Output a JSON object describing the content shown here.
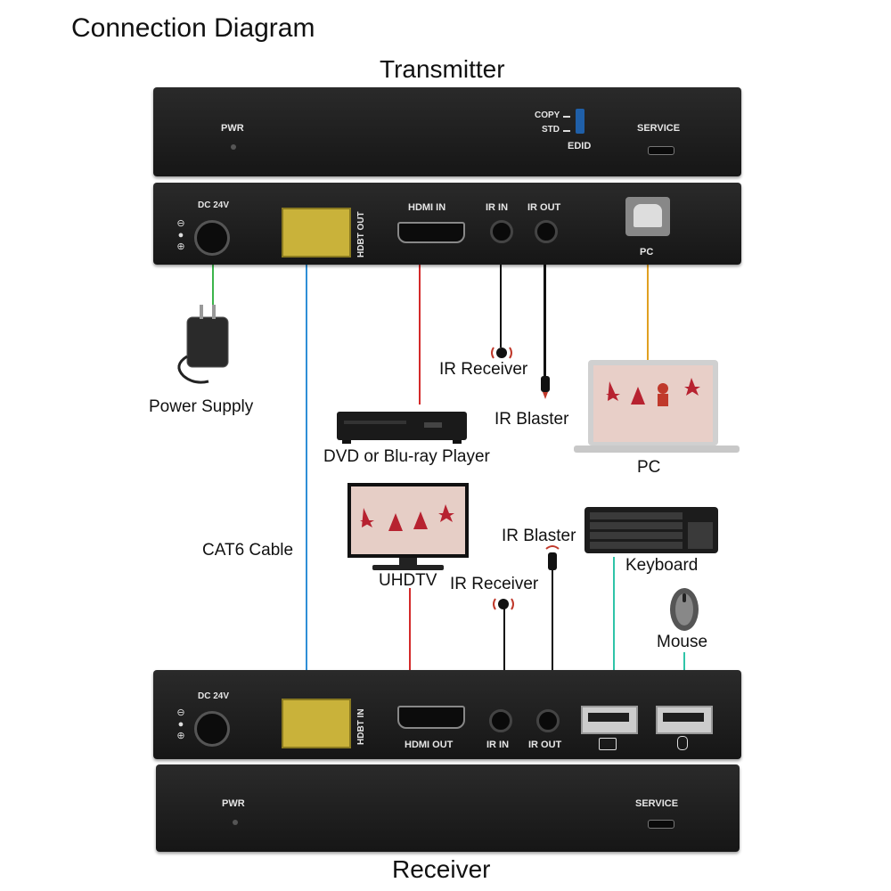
{
  "heading": "Connection Diagram",
  "transmitter_title": "Transmitter",
  "receiver_title": "Receiver",
  "transmitter": {
    "top": {
      "pwr": "PWR",
      "copy": "COPY",
      "std": "STD",
      "edid": "EDID",
      "service": "SERVICE"
    },
    "rear": {
      "dc": "DC 24V",
      "hdbt": "HDBT OUT",
      "hdmi": "HDMI IN",
      "ir_in": "IR IN",
      "ir_out": "IR OUT",
      "pc": "PC"
    }
  },
  "receiver": {
    "front": {
      "dc": "DC 24V",
      "hdbt": "HDBT IN",
      "hdmi": "HDMI OUT",
      "ir_in": "IR IN",
      "ir_out": "IR OUT"
    },
    "bottom": {
      "pwr": "PWR",
      "service": "SERVICE"
    }
  },
  "devices": {
    "power_supply": "Power Supply",
    "ir_receiver_top": "IR Receiver",
    "ir_blaster_top": "IR Blaster",
    "dvd": "DVD or Blu-ray Player",
    "pc": "PC",
    "cable": "CAT6 Cable",
    "uhdtv": "UHDTV",
    "ir_blaster_bottom": "IR Blaster",
    "ir_receiver_bottom": "IR Receiver",
    "keyboard": "Keyboard",
    "mouse": "Mouse"
  },
  "colors": {
    "power_wire": "#3cb44b",
    "cat6_wire": "#2f8fd6",
    "hdmi_wire": "#d42a2a",
    "ir_wire": "#111111",
    "usb_pc_wire": "#e0a020",
    "usb_wire": "#2fc4a8"
  }
}
